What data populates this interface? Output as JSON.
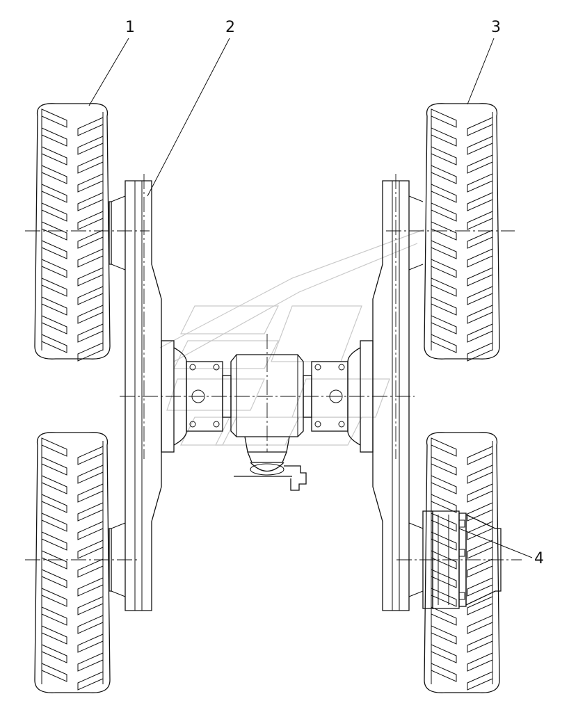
{
  "drawing": {
    "callouts": [
      {
        "id": "1",
        "text": "1"
      },
      {
        "id": "2",
        "text": "2"
      },
      {
        "id": "3",
        "text": "3"
      },
      {
        "id": "4",
        "text": "4"
      }
    ]
  }
}
